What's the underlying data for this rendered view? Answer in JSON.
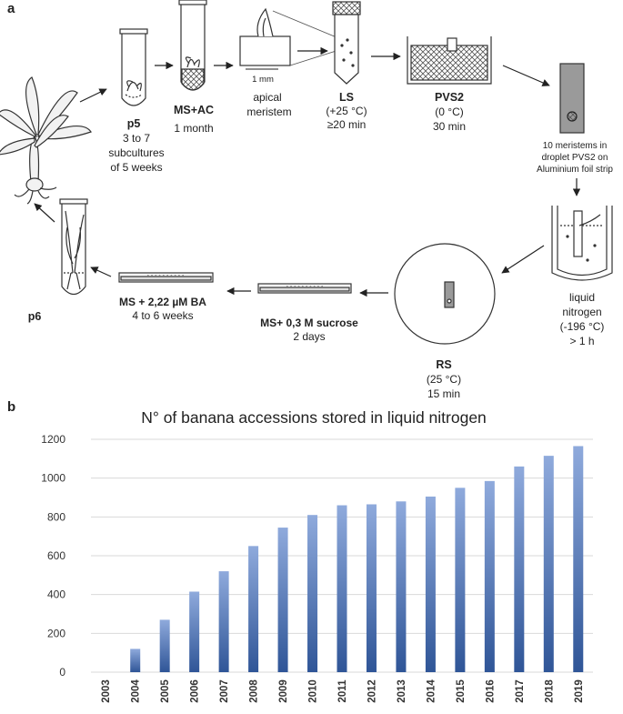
{
  "panel_a": {
    "label": "a",
    "p5": {
      "title": "p5",
      "line1": "3 to 7",
      "line2": "subcultures",
      "line3": "of  5 weeks"
    },
    "msac": {
      "title": "MS+AC",
      "line1": "1 month"
    },
    "scale": "1 mm",
    "meristem": {
      "line1": "apical",
      "line2": "meristem"
    },
    "ls": {
      "title": "LS",
      "line1": "(+25 °C)",
      "line2": "≥20 min"
    },
    "pvs2": {
      "title": "PVS2",
      "line1": "(0 °C)",
      "line2": "30 min"
    },
    "droplet": {
      "line1": "10 meristems in",
      "line2": "droplet PVS2 on",
      "line3": "Aluminium foil strip"
    },
    "ln": {
      "line1": "liquid",
      "line2": "nitrogen",
      "line3": "(-196 °C)",
      "line4": "> 1 h"
    },
    "rs": {
      "title": "RS",
      "line1": "(25 °C)",
      "line2": "15 min"
    },
    "sucrose": {
      "title": "MS+ 0,3 M sucrose",
      "line1": "2 days"
    },
    "ba": {
      "title": "MS + 2,22 µM BA",
      "line1": "4 to 6 weeks"
    },
    "p6": {
      "title": "p6"
    }
  },
  "panel_b": {
    "label": "b"
  },
  "chart_data": {
    "type": "bar",
    "title": "N° of banana accessions stored in liquid nitrogen",
    "categories": [
      "2003",
      "2004",
      "2005",
      "2006",
      "2007",
      "2008",
      "2009",
      "2010",
      "2011",
      "2012",
      "2013",
      "2014",
      "2015",
      "2016",
      "2017",
      "2018",
      "2019"
    ],
    "values": [
      0,
      120,
      270,
      415,
      520,
      650,
      745,
      810,
      860,
      865,
      880,
      905,
      950,
      985,
      1060,
      1115,
      1165
    ],
    "ylim": [
      0,
      1200
    ],
    "yticks": [
      "0",
      "200",
      "400",
      "600",
      "800",
      "1000",
      "1200"
    ],
    "grid": true,
    "bar_color_top": "#8faadc",
    "bar_color_bottom": "#2f5597"
  }
}
